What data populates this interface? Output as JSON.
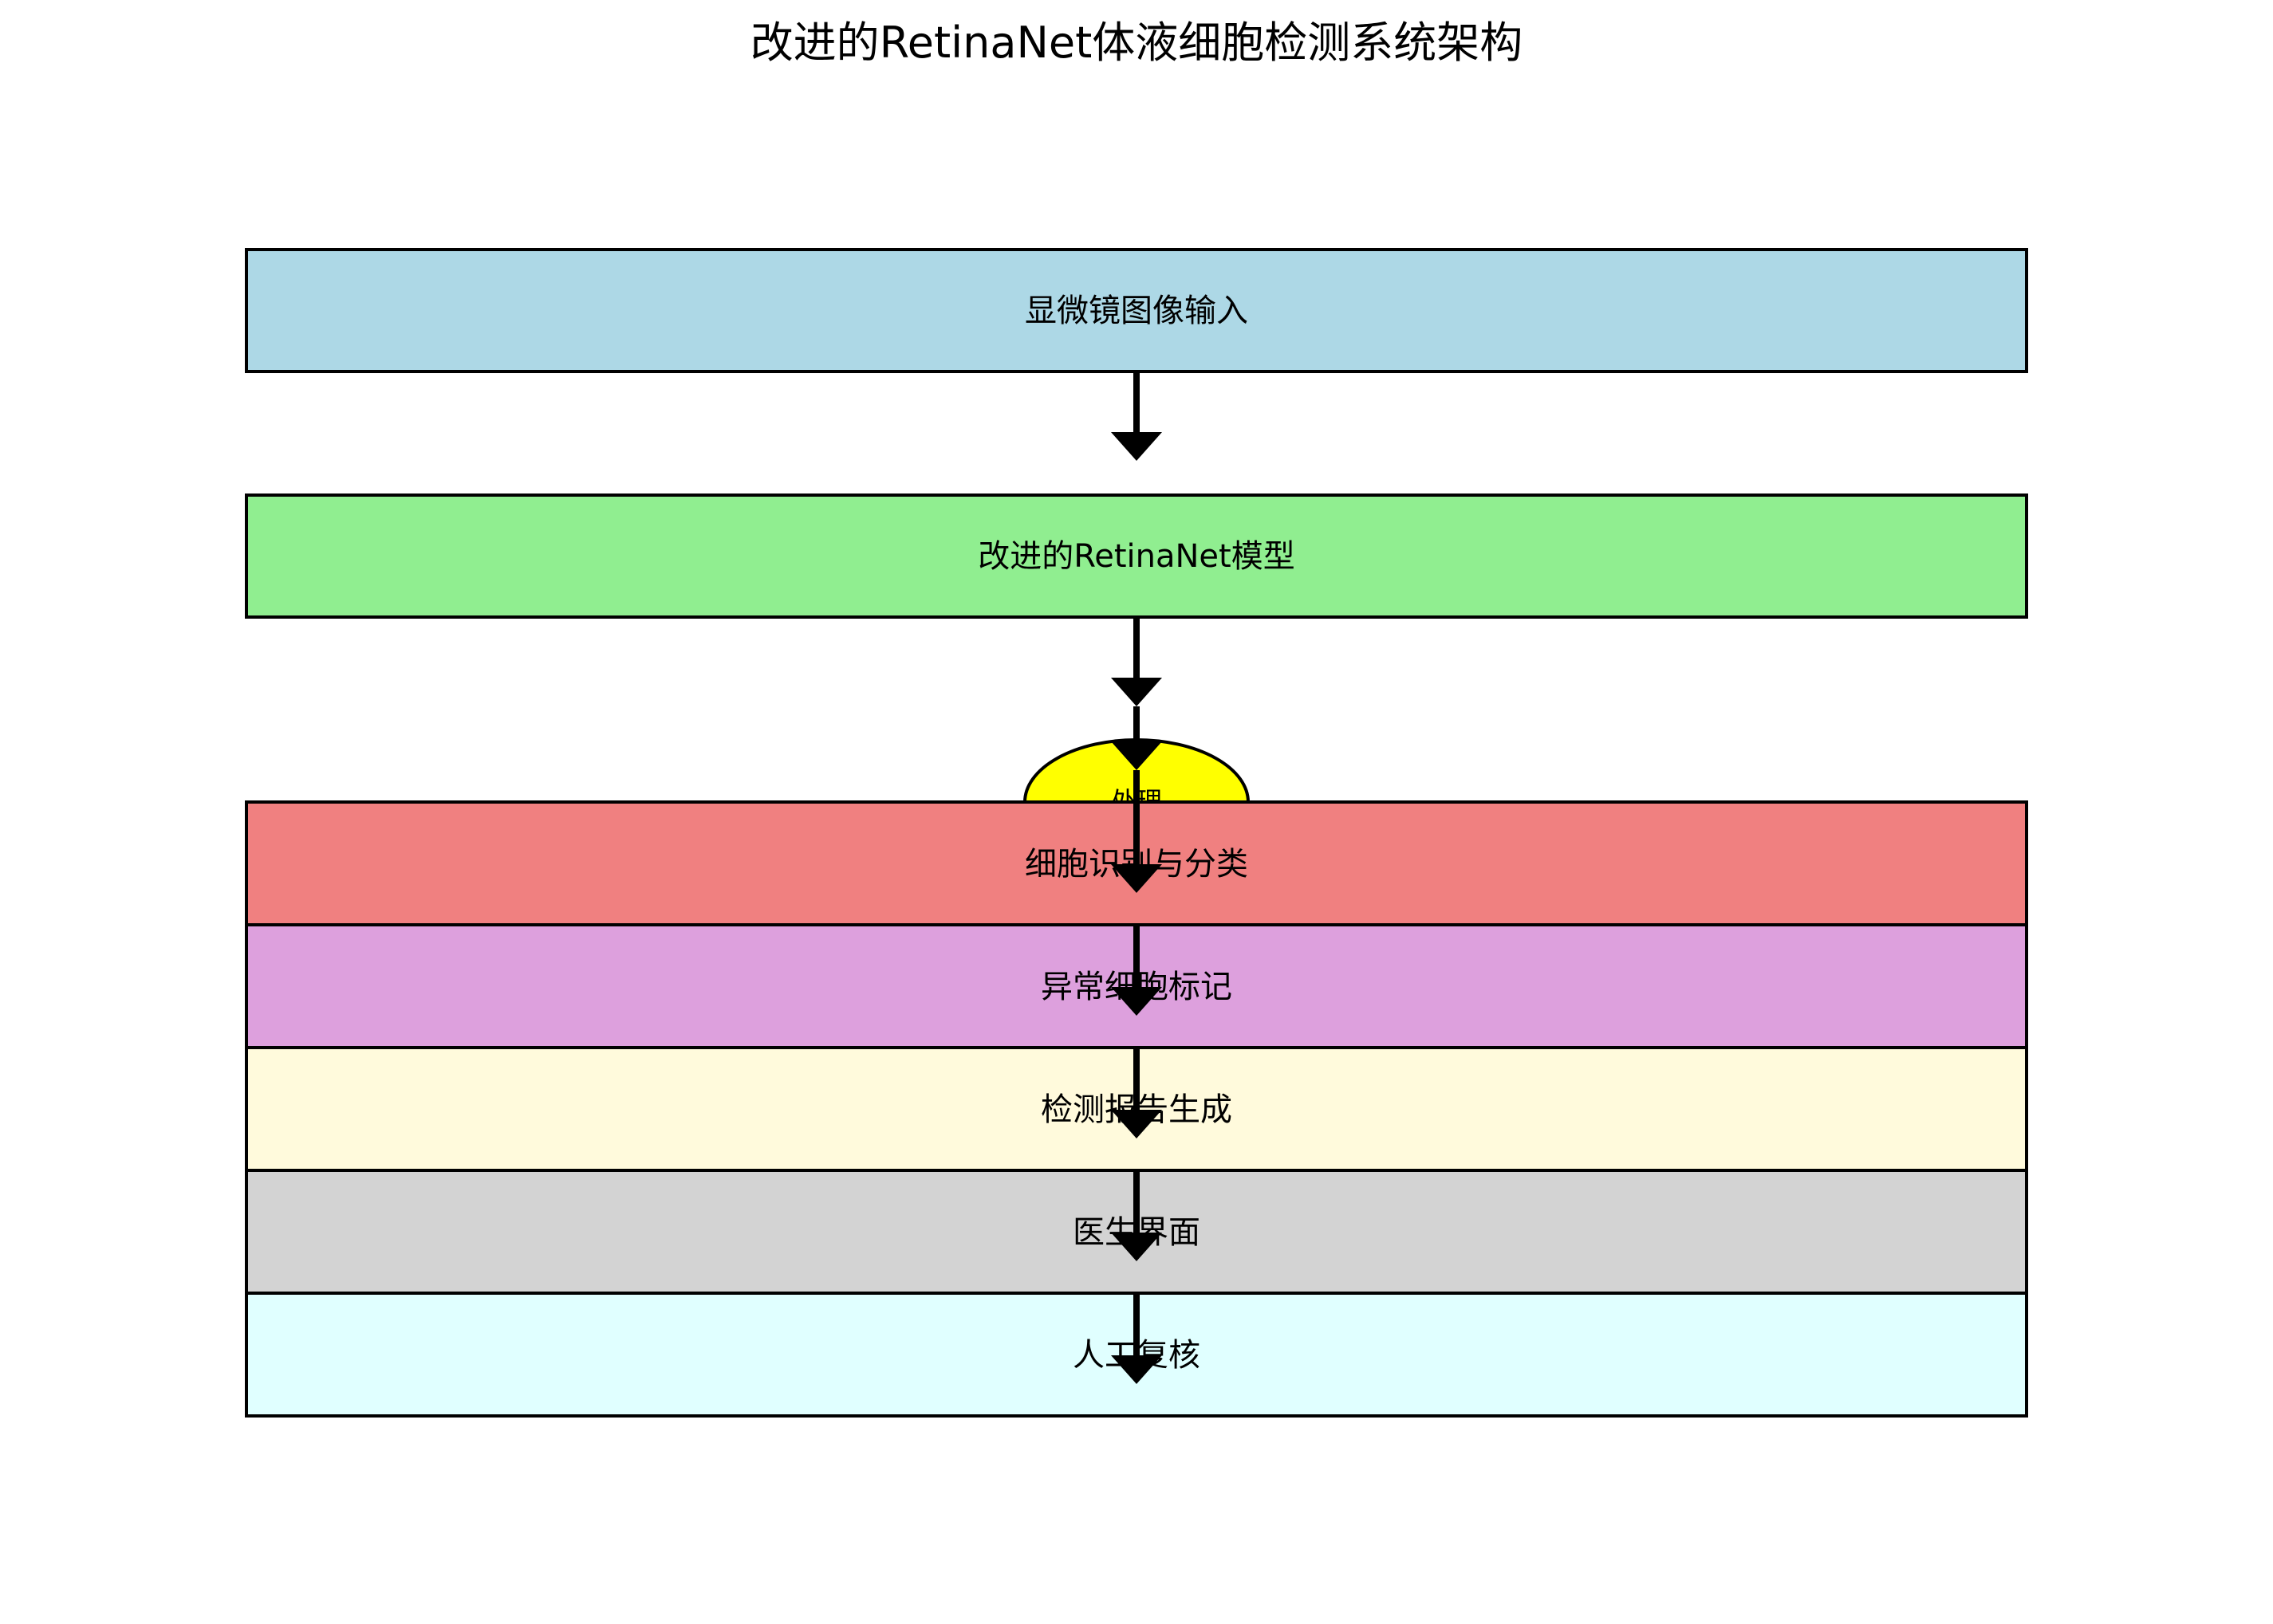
{
  "title": "改进的RetinaNet体液细胞检测系统架构",
  "stages": [
    {
      "label": "显微镜图像输入",
      "color": "#add8e6"
    },
    {
      "label": "改进的RetinaNet模型",
      "color": "#90ee90"
    }
  ],
  "decision": {
    "label": "处理",
    "color": "#ffff00"
  },
  "outputs": [
    {
      "label": "细胞识别与分类",
      "color": "#f08080"
    },
    {
      "label": "异常细胞标记",
      "color": "#dda0dd"
    },
    {
      "label": "检测报告生成",
      "color": "#fffadc"
    },
    {
      "label": "医生界面",
      "color": "#d3d3d3"
    },
    {
      "label": "人工复核",
      "color": "#e0ffff"
    }
  ]
}
